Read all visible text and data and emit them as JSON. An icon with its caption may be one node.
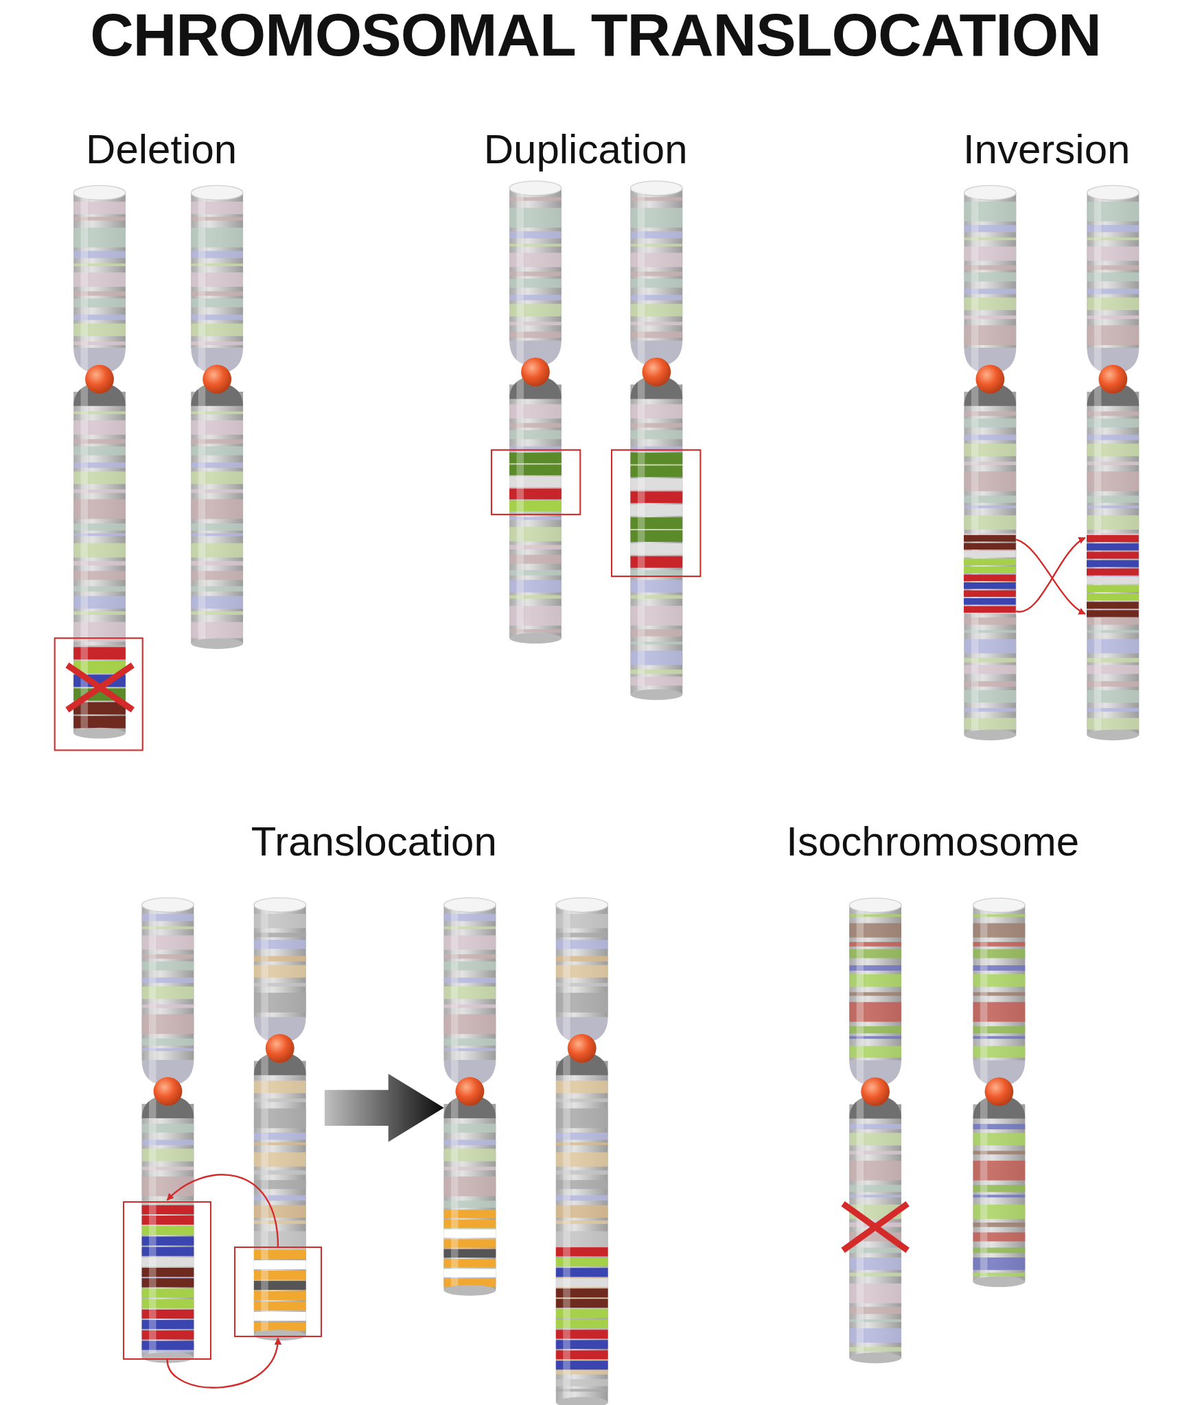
{
  "diagram": {
    "title": "CHROMOSOMAL TRANSLOCATION",
    "nodes": [
      {
        "text": [],
        "shape": "bar"
      },
      {
        "text": [],
        "shape": "bar"
      },
      {
        "text": [],
        "shape": "box",
        "in": 4
      },
      {
        "text": [],
        "shape": "box",
        "in": 4
      },
      {
        "text": [],
        "shape": "picture"
      },
      {
        "text": [],
        "shape": "picture"
      }
    ],
    "edges": [
      {
        "from": 0,
        "to": 1,
        "arrow": "to",
        "color": "#d42a2a"
      },
      {
        "from": 0,
        "to": 1,
        "arrow": "to",
        "color": "#d42a2a"
      },
      {
        "from": 3,
        "to": 2,
        "arrow": "to",
        "color": "#d42a2a"
      },
      {
        "from": 2,
        "to": 3,
        "arrow": "to",
        "color": "#d42a2a"
      },
      {
        "from": 4,
        "to": 5,
        "arrow": "to",
        "style": "thick"
      }
    ],
    "labels": [
      "Deletion",
      "Duplication",
      "Inversion",
      "Translocation",
      "Isochromosome"
    ]
  }
}
